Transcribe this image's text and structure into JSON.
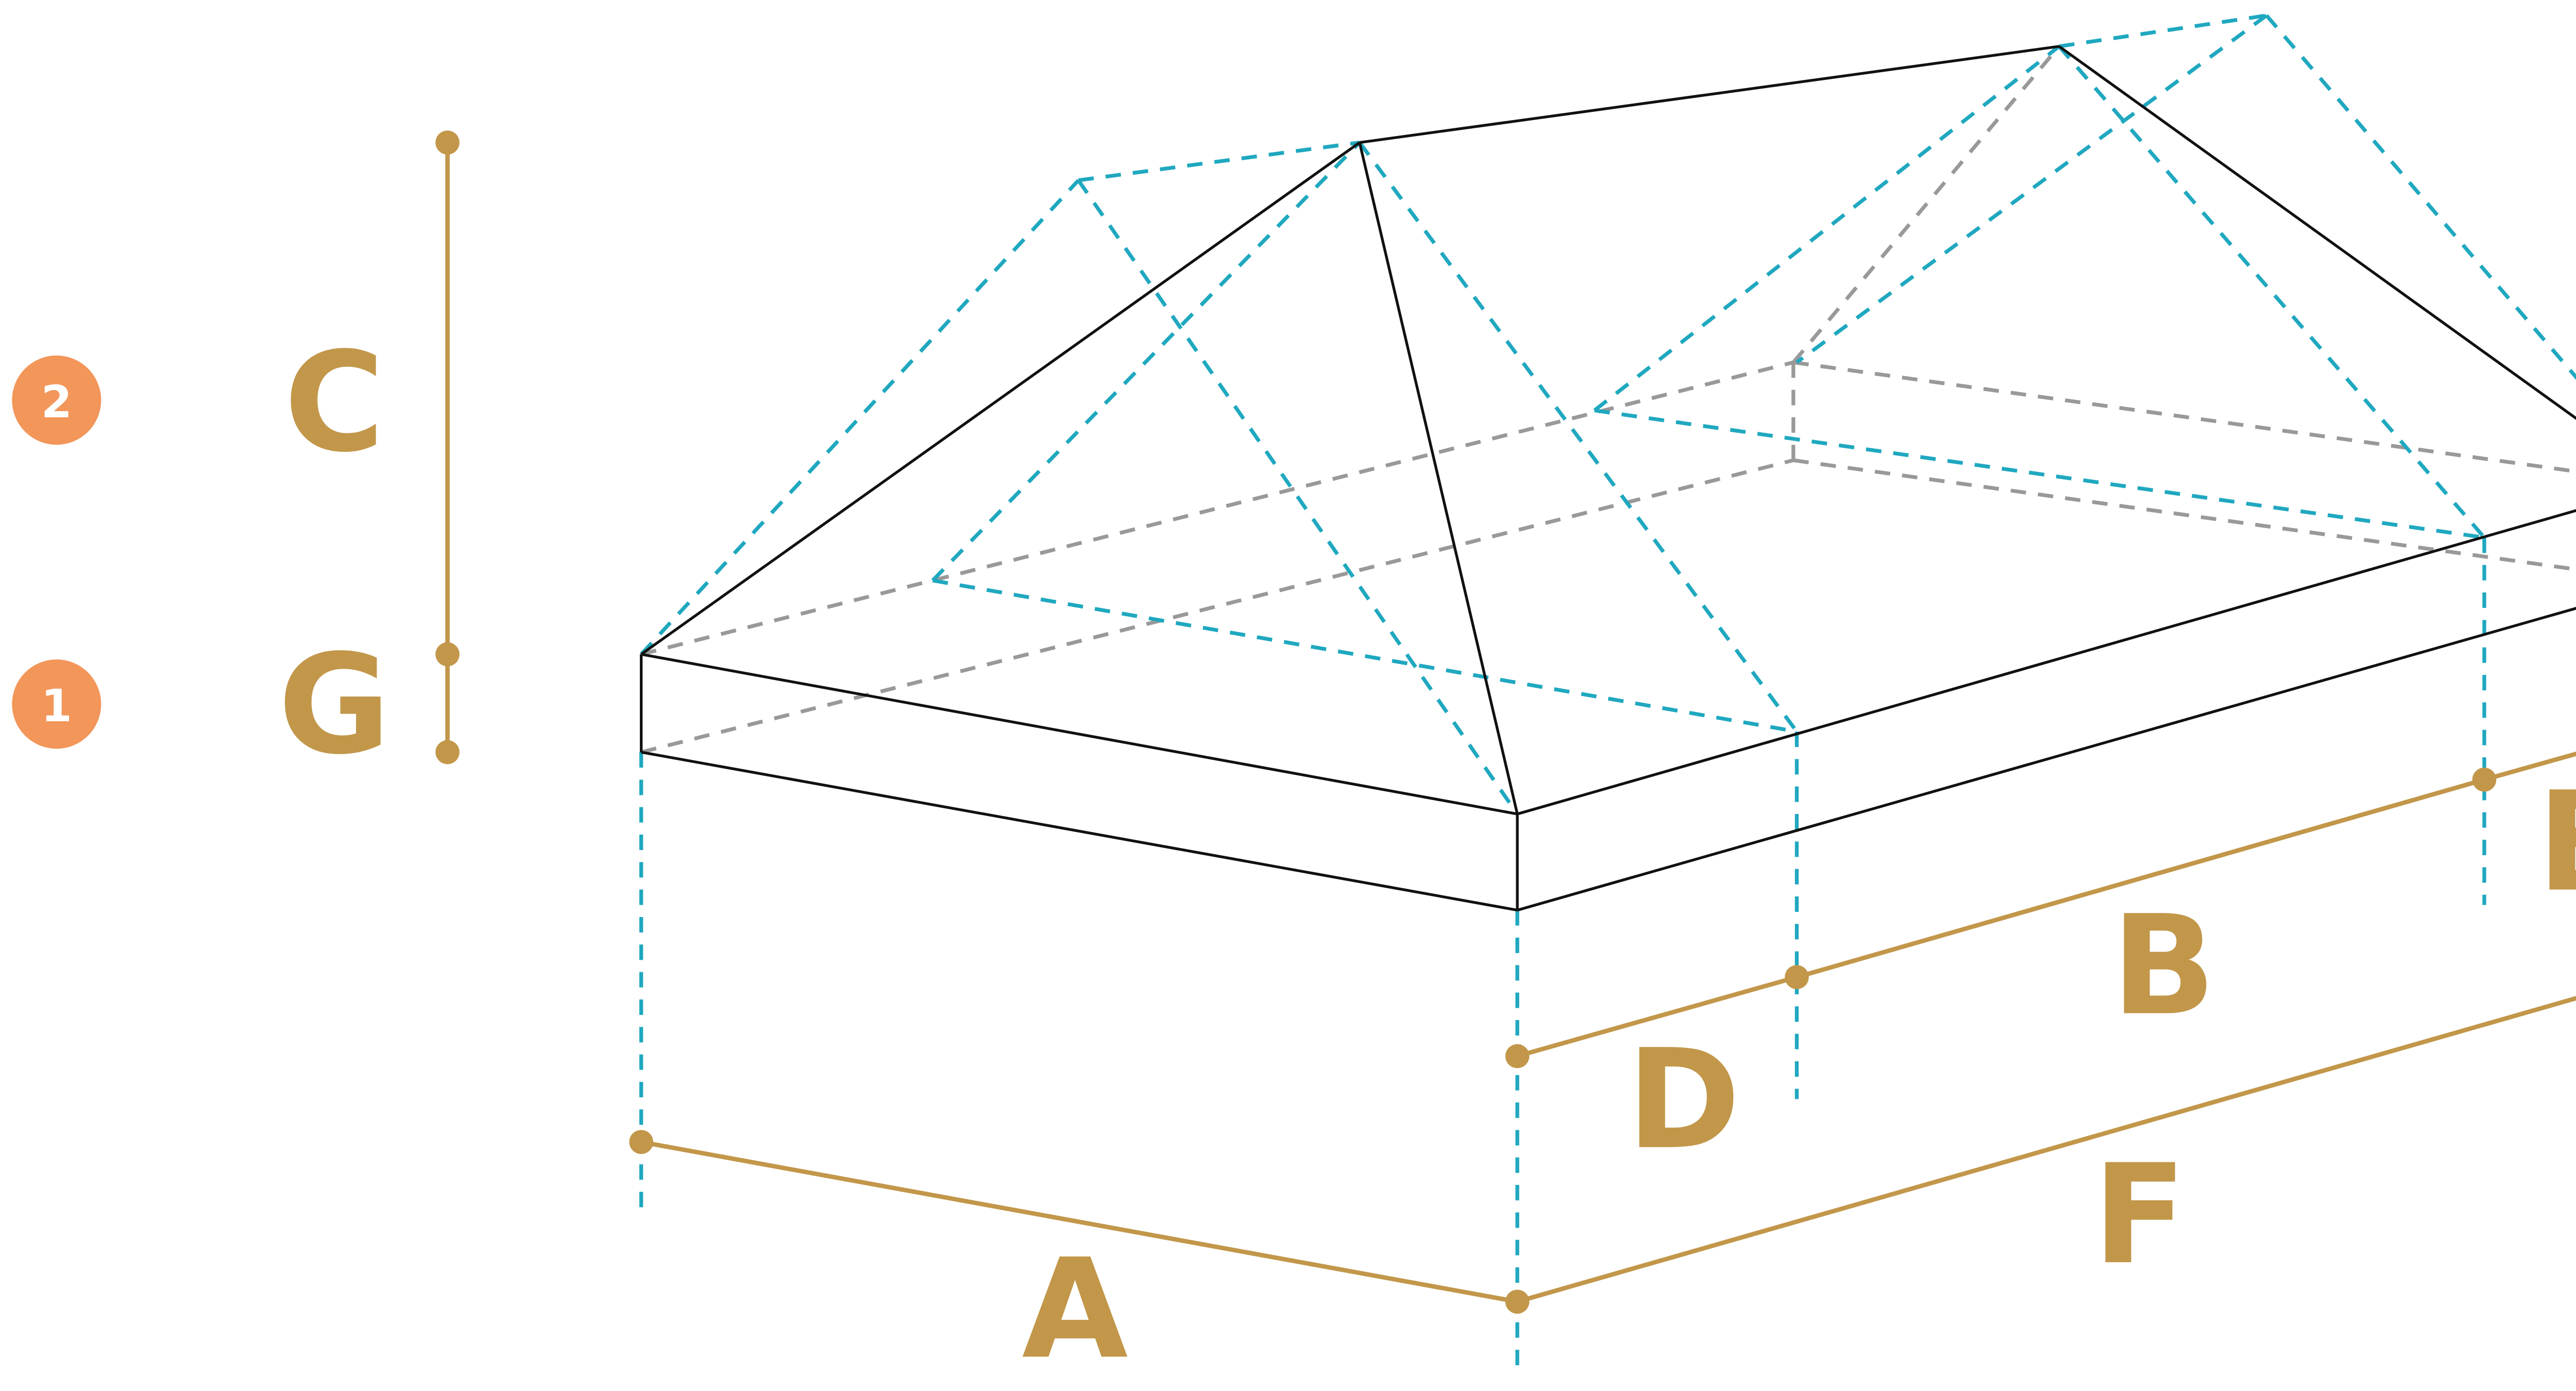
{
  "colors": {
    "dimension": "#C2974A",
    "badge": "#F2965A",
    "projection": "#1FA8BF",
    "hidden": "#999999",
    "outline": "#111111"
  },
  "badges": [
    {
      "number": "2",
      "label": "C"
    },
    {
      "number": "1",
      "label": "G"
    }
  ],
  "dimensions": {
    "A": "A",
    "B": "B",
    "C": "C",
    "D": "D",
    "E": "E",
    "F": "F",
    "G": "G"
  }
}
